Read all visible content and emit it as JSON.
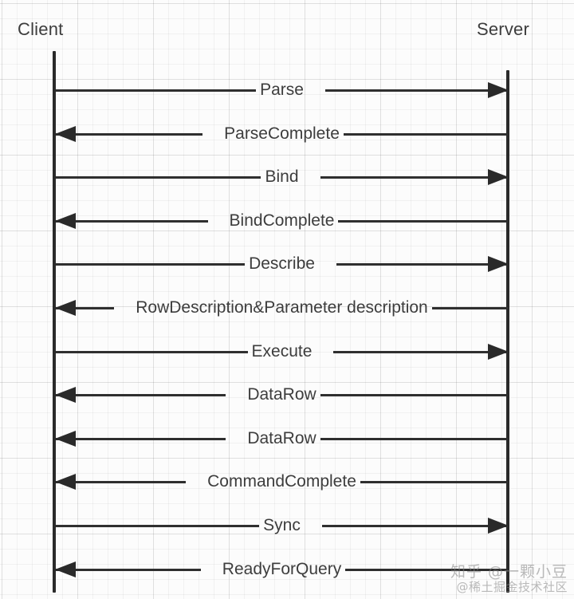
{
  "diagram": {
    "type": "sequence-diagram",
    "participants": [
      {
        "id": "client",
        "label": "Client"
      },
      {
        "id": "server",
        "label": "Server"
      }
    ],
    "messages": [
      {
        "label": "Parse",
        "from": "client",
        "to": "server",
        "direction": "to-server"
      },
      {
        "label": "ParseComplete",
        "from": "server",
        "to": "client",
        "direction": "to-client"
      },
      {
        "label": "Bind",
        "from": "client",
        "to": "server",
        "direction": "to-server"
      },
      {
        "label": "BindComplete",
        "from": "server",
        "to": "client",
        "direction": "to-client"
      },
      {
        "label": "Describe",
        "from": "client",
        "to": "server",
        "direction": "to-server"
      },
      {
        "label": "RowDescription&Parameter description",
        "from": "server",
        "to": "client",
        "direction": "to-client"
      },
      {
        "label": "Execute",
        "from": "client",
        "to": "server",
        "direction": "to-server"
      },
      {
        "label": "DataRow",
        "from": "server",
        "to": "client",
        "direction": "to-client"
      },
      {
        "label": "DataRow",
        "from": "server",
        "to": "client",
        "direction": "to-client"
      },
      {
        "label": "CommandComplete",
        "from": "server",
        "to": "client",
        "direction": "to-client"
      },
      {
        "label": "Sync",
        "from": "client",
        "to": "server",
        "direction": "to-server"
      },
      {
        "label": "ReadyForQuery",
        "from": "server",
        "to": "client",
        "direction": "to-client"
      }
    ]
  },
  "watermark": {
    "line1": "知乎 @一颗小豆",
    "line2": "@稀土掘金技术社区"
  },
  "colors": {
    "background": "#fcfcfc",
    "grid_minor": "rgba(0,0,0,0.045)",
    "grid_major": "rgba(0,0,0,0.075)",
    "line": "#2f2f2f",
    "lifeline": "#2a2a2a",
    "text": "#3d3d3d"
  }
}
